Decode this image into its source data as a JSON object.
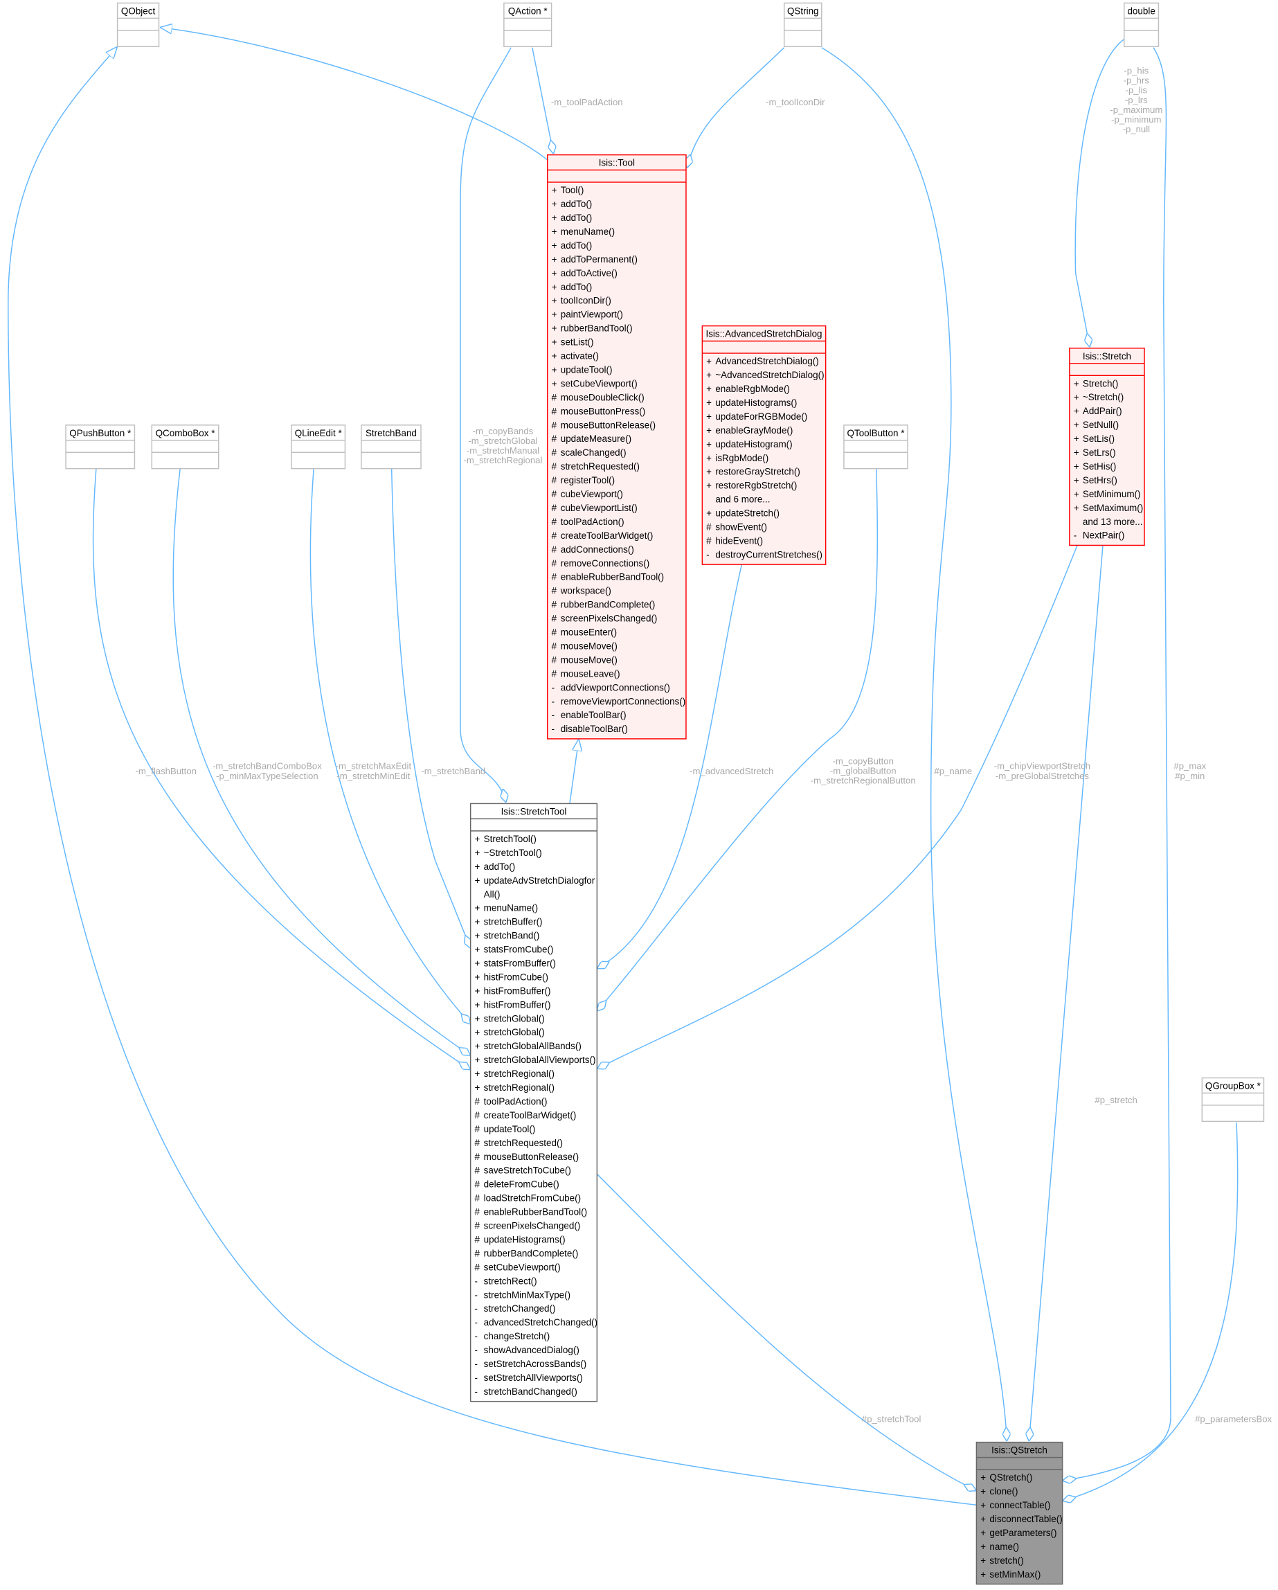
{
  "colors": {
    "edge": "#63b8ff",
    "label": "#a9a9a9",
    "plain_border": "#bfbfbf",
    "hl_border": "#ff0000",
    "hl_fill": "#fff0f0",
    "focus_fill": "#999999",
    "focus_border": "#666666"
  },
  "classes": [
    {
      "id": "qobject",
      "title": "QObject",
      "style": "plain",
      "members": []
    },
    {
      "id": "qaction",
      "title": "QAction *",
      "style": "plain",
      "members": []
    },
    {
      "id": "qstring",
      "title": "QString",
      "style": "plain",
      "members": []
    },
    {
      "id": "double",
      "title": "double",
      "style": "plain",
      "members": []
    },
    {
      "id": "tool",
      "title": "Isis::Tool",
      "style": "hl",
      "members": [
        {
          "v": "+",
          "n": "Tool()"
        },
        {
          "v": "+",
          "n": "addTo()"
        },
        {
          "v": "+",
          "n": "addTo()"
        },
        {
          "v": "+",
          "n": "menuName()"
        },
        {
          "v": "+",
          "n": "addTo()"
        },
        {
          "v": "+",
          "n": "addToPermanent()"
        },
        {
          "v": "+",
          "n": "addToActive()"
        },
        {
          "v": "+",
          "n": "addTo()"
        },
        {
          "v": "+",
          "n": "toolIconDir()"
        },
        {
          "v": "+",
          "n": "paintViewport()"
        },
        {
          "v": "+",
          "n": "rubberBandTool()"
        },
        {
          "v": "+",
          "n": "setList()"
        },
        {
          "v": "+",
          "n": "activate()"
        },
        {
          "v": "+",
          "n": "updateTool()"
        },
        {
          "v": "+",
          "n": "setCubeViewport()"
        },
        {
          "v": "#",
          "n": "mouseDoubleClick()"
        },
        {
          "v": "#",
          "n": "mouseButtonPress()"
        },
        {
          "v": "#",
          "n": "mouseButtonRelease()"
        },
        {
          "v": "#",
          "n": "updateMeasure()"
        },
        {
          "v": "#",
          "n": "scaleChanged()"
        },
        {
          "v": "#",
          "n": "stretchRequested()"
        },
        {
          "v": "#",
          "n": "registerTool()"
        },
        {
          "v": "#",
          "n": "cubeViewport()"
        },
        {
          "v": "#",
          "n": "cubeViewportList()"
        },
        {
          "v": "#",
          "n": "toolPadAction()"
        },
        {
          "v": "#",
          "n": "createToolBarWidget()"
        },
        {
          "v": "#",
          "n": "addConnections()"
        },
        {
          "v": "#",
          "n": "removeConnections()"
        },
        {
          "v": "#",
          "n": "enableRubberBandTool()"
        },
        {
          "v": "#",
          "n": "workspace()"
        },
        {
          "v": "#",
          "n": "rubberBandComplete()"
        },
        {
          "v": "#",
          "n": "screenPixelsChanged()"
        },
        {
          "v": "#",
          "n": "mouseEnter()"
        },
        {
          "v": "#",
          "n": "mouseMove()"
        },
        {
          "v": "#",
          "n": "mouseMove()"
        },
        {
          "v": "#",
          "n": "mouseLeave()"
        },
        {
          "v": "-",
          "n": "addViewportConnections()"
        },
        {
          "v": "-",
          "n": "removeViewportConnections()"
        },
        {
          "v": "-",
          "n": "enableToolBar()"
        },
        {
          "v": "-",
          "n": "disableToolBar()"
        }
      ]
    },
    {
      "id": "asd",
      "title": "Isis::AdvancedStretchDialog",
      "style": "hl",
      "members": [
        {
          "v": "+",
          "n": "AdvancedStretchDialog()"
        },
        {
          "v": "+",
          "n": "~AdvancedStretchDialog()"
        },
        {
          "v": "+",
          "n": "enableRgbMode()"
        },
        {
          "v": "+",
          "n": "updateHistograms()"
        },
        {
          "v": "+",
          "n": "updateForRGBMode()"
        },
        {
          "v": "+",
          "n": "enableGrayMode()"
        },
        {
          "v": "+",
          "n": "updateHistogram()"
        },
        {
          "v": "+",
          "n": "isRgbMode()"
        },
        {
          "v": "+",
          "n": "restoreGrayStretch()"
        },
        {
          "v": "+",
          "n": "restoreRgbStretch()"
        },
        {
          "v": "",
          "n": "and 6 more..."
        },
        {
          "v": "+",
          "n": "updateStretch()"
        },
        {
          "v": "#",
          "n": "showEvent()"
        },
        {
          "v": "#",
          "n": "hideEvent()"
        },
        {
          "v": "-",
          "n": "destroyCurrentStretches()"
        }
      ]
    },
    {
      "id": "stretch",
      "title": "Isis::Stretch",
      "style": "hl",
      "members": [
        {
          "v": "+",
          "n": "Stretch()"
        },
        {
          "v": "+",
          "n": "~Stretch()"
        },
        {
          "v": "+",
          "n": "AddPair()"
        },
        {
          "v": "+",
          "n": "SetNull()"
        },
        {
          "v": "+",
          "n": "SetLis()"
        },
        {
          "v": "+",
          "n": "SetLrs()"
        },
        {
          "v": "+",
          "n": "SetHis()"
        },
        {
          "v": "+",
          "n": "SetHrs()"
        },
        {
          "v": "+",
          "n": "SetMinimum()"
        },
        {
          "v": "+",
          "n": "SetMaximum()"
        },
        {
          "v": "",
          "n": "and 13 more..."
        },
        {
          "v": "-",
          "n": "NextPair()"
        }
      ]
    },
    {
      "id": "qpushbutton",
      "title": "QPushButton *",
      "style": "plain",
      "members": []
    },
    {
      "id": "qcombobox",
      "title": "QComboBox *",
      "style": "plain",
      "members": []
    },
    {
      "id": "qlineedit",
      "title": "QLineEdit *",
      "style": "plain",
      "members": []
    },
    {
      "id": "stretchband",
      "title": "StretchBand",
      "style": "plain",
      "members": []
    },
    {
      "id": "qtoolbutton",
      "title": "QToolButton *",
      "style": "plain",
      "members": []
    },
    {
      "id": "qgroupbox",
      "title": "QGroupBox *",
      "style": "plain",
      "members": []
    },
    {
      "id": "stretchtool",
      "title": "Isis::StretchTool",
      "style": "normal",
      "members": [
        {
          "v": "+",
          "n": "StretchTool()"
        },
        {
          "v": "+",
          "n": "~StretchTool()"
        },
        {
          "v": "+",
          "n": "addTo()"
        },
        {
          "v": "+",
          "n": "updateAdvStretchDialogfor"
        },
        {
          "v": "",
          "n": "All()"
        },
        {
          "v": "+",
          "n": "menuName()"
        },
        {
          "v": "+",
          "n": "stretchBuffer()"
        },
        {
          "v": "+",
          "n": "stretchBand()"
        },
        {
          "v": "+",
          "n": "statsFromCube()"
        },
        {
          "v": "+",
          "n": "statsFromBuffer()"
        },
        {
          "v": "+",
          "n": "histFromCube()"
        },
        {
          "v": "+",
          "n": "histFromBuffer()"
        },
        {
          "v": "+",
          "n": "histFromBuffer()"
        },
        {
          "v": "+",
          "n": "stretchGlobal()"
        },
        {
          "v": "+",
          "n": "stretchGlobal()"
        },
        {
          "v": "+",
          "n": "stretchGlobalAllBands()"
        },
        {
          "v": "+",
          "n": "stretchGlobalAllViewports()"
        },
        {
          "v": "+",
          "n": "stretchRegional()"
        },
        {
          "v": "+",
          "n": "stretchRegional()"
        },
        {
          "v": "#",
          "n": "toolPadAction()"
        },
        {
          "v": "#",
          "n": "createToolBarWidget()"
        },
        {
          "v": "#",
          "n": "updateTool()"
        },
        {
          "v": "#",
          "n": "stretchRequested()"
        },
        {
          "v": "#",
          "n": "mouseButtonRelease()"
        },
        {
          "v": "#",
          "n": "saveStretchToCube()"
        },
        {
          "v": "#",
          "n": "deleteFromCube()"
        },
        {
          "v": "#",
          "n": "loadStretchFromCube()"
        },
        {
          "v": "#",
          "n": "enableRubberBandTool()"
        },
        {
          "v": "#",
          "n": "screenPixelsChanged()"
        },
        {
          "v": "#",
          "n": "updateHistograms()"
        },
        {
          "v": "#",
          "n": "rubberBandComplete()"
        },
        {
          "v": "#",
          "n": "setCubeViewport()"
        },
        {
          "v": "-",
          "n": "stretchRect()"
        },
        {
          "v": "-",
          "n": "stretchMinMaxType()"
        },
        {
          "v": "-",
          "n": "stretchChanged()"
        },
        {
          "v": "-",
          "n": "advancedStretchChanged()"
        },
        {
          "v": "-",
          "n": "changeStretch()"
        },
        {
          "v": "-",
          "n": "showAdvancedDialog()"
        },
        {
          "v": "-",
          "n": "setStretchAcrossBands()"
        },
        {
          "v": "-",
          "n": "setStretchAllViewports()"
        },
        {
          "v": "-",
          "n": "stretchBandChanged()"
        }
      ]
    },
    {
      "id": "qstretch",
      "title": "Isis::QStretch",
      "style": "focus",
      "members": [
        {
          "v": "+",
          "n": "QStretch()"
        },
        {
          "v": "+",
          "n": "clone()"
        },
        {
          "v": "+",
          "n": "connectTable()"
        },
        {
          "v": "+",
          "n": "disconnectTable()"
        },
        {
          "v": "+",
          "n": "getParameters()"
        },
        {
          "v": "+",
          "n": "name()"
        },
        {
          "v": "+",
          "n": "stretch()"
        },
        {
          "v": "+",
          "n": "setMinMax()"
        }
      ]
    }
  ],
  "edges": [
    {
      "id": "tool-qobject",
      "kind": "inherit",
      "label": []
    },
    {
      "id": "qstretch-qobject",
      "kind": "inherit",
      "label": []
    },
    {
      "id": "stretchtool-tool",
      "kind": "inherit",
      "label": []
    },
    {
      "id": "qaction-tool",
      "kind": "member",
      "label": [
        "-m_toolPadAction"
      ]
    },
    {
      "id": "qaction-stretchtool",
      "kind": "member",
      "label": [
        "-m_copyBands",
        "-m_stretchGlobal",
        "-m_stretchManual",
        "-m_stretchRegional"
      ]
    },
    {
      "id": "qstring-tool",
      "kind": "member",
      "label": [
        "-m_toolIconDir"
      ]
    },
    {
      "id": "qstring-qstretch",
      "kind": "member",
      "label": [
        "#p_name"
      ]
    },
    {
      "id": "double-stretch",
      "kind": "member",
      "label": [
        "-p_his",
        "-p_hrs",
        "-p_lis",
        "-p_lrs",
        "-p_maximum",
        "-p_minimum",
        "-p_null"
      ]
    },
    {
      "id": "double-qstretch",
      "kind": "member",
      "label": [
        "#p_max",
        "#p_min"
      ]
    },
    {
      "id": "stretch-qstretch",
      "kind": "member",
      "label": [
        "#p_stretch"
      ]
    },
    {
      "id": "stretch-stretchtool",
      "kind": "member",
      "label": [
        "-m_chipViewportStretch",
        "-m_preGlobalStretches"
      ]
    },
    {
      "id": "asd-stretchtool",
      "kind": "member",
      "label": [
        "-m_advancedStretch"
      ]
    },
    {
      "id": "qtoolbutton-stretchtool",
      "kind": "member",
      "label": [
        "-m_copyButton",
        "-m_globalButton",
        "-m_stretchRegionalButton"
      ]
    },
    {
      "id": "stretchband-stretchtool",
      "kind": "member",
      "label": [
        "-m_stretchBand"
      ]
    },
    {
      "id": "qlineedit-stretchtool",
      "kind": "member",
      "label": [
        "-m_stretchMaxEdit",
        "-m_stretchMinEdit"
      ]
    },
    {
      "id": "qcombobox-stretchtool",
      "kind": "member",
      "label": [
        "-m_stretchBandComboBox",
        "-p_minMaxTypeSelection"
      ]
    },
    {
      "id": "qpushbutton-stretchtool",
      "kind": "member",
      "label": [
        "-m_flashButton"
      ]
    },
    {
      "id": "stretchtool-qstretch",
      "kind": "member",
      "label": [
        "#p_stretchTool"
      ]
    },
    {
      "id": "qgroupbox-qstretch",
      "kind": "member",
      "label": [
        "#p_parametersBox"
      ]
    }
  ]
}
